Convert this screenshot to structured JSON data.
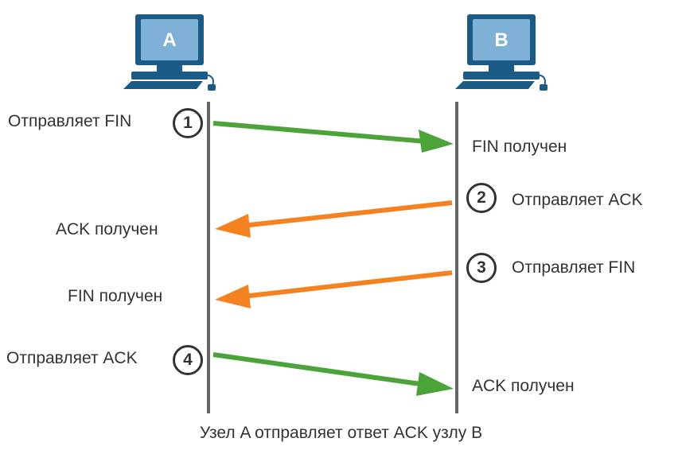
{
  "hosts": {
    "a": {
      "label": "A"
    },
    "b": {
      "label": "B"
    }
  },
  "steps": [
    {
      "number": "1",
      "sender_text": "Отправляет FIN",
      "receiver_text": "FIN получен"
    },
    {
      "number": "2",
      "sender_text": "Отправляет ACK",
      "receiver_text": "ACK получен"
    },
    {
      "number": "3",
      "sender_text": "Отправляет FIN",
      "receiver_text": "FIN получен"
    },
    {
      "number": "4",
      "sender_text": "Отправляет ACK",
      "receiver_text": "ACK получен"
    }
  ],
  "caption": "Узел A отправляет ответ ACK узлу B",
  "colors": {
    "line": "#666666",
    "green_arrow": "#4ca33a",
    "orange_arrow": "#f58220",
    "computer_body": "#1c5a86",
    "computer_screen": "#7fb0d6"
  }
}
